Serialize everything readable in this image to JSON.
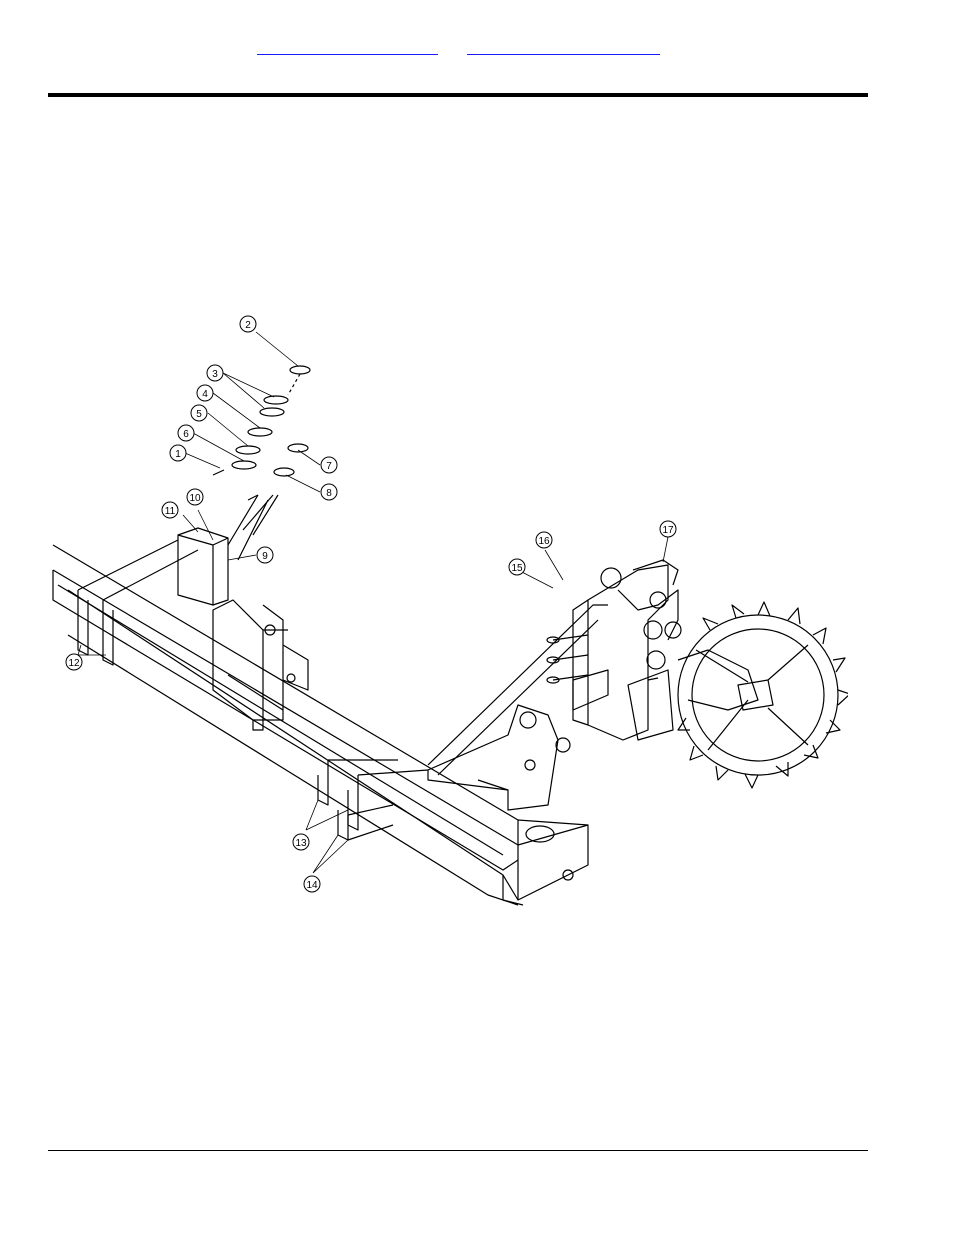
{
  "header": {
    "link_left": "",
    "link_right": ""
  },
  "callouts": [
    {
      "id": "c1",
      "label": "1"
    },
    {
      "id": "c2",
      "label": "2"
    },
    {
      "id": "c3",
      "label": "3"
    },
    {
      "id": "c4",
      "label": "4"
    },
    {
      "id": "c5",
      "label": "5"
    },
    {
      "id": "c6",
      "label": "6"
    },
    {
      "id": "c7",
      "label": "7"
    },
    {
      "id": "c8",
      "label": "8"
    },
    {
      "id": "c9",
      "label": "9"
    },
    {
      "id": "c10",
      "label": "10"
    },
    {
      "id": "c11",
      "label": "11"
    },
    {
      "id": "c12",
      "label": "12"
    },
    {
      "id": "c13",
      "label": "13"
    },
    {
      "id": "c14",
      "label": "14"
    },
    {
      "id": "c15",
      "label": "15"
    },
    {
      "id": "c16",
      "label": "16"
    },
    {
      "id": "c17",
      "label": "17"
    }
  ],
  "colors": {
    "link": "#1a1aff",
    "line": "#000000"
  }
}
